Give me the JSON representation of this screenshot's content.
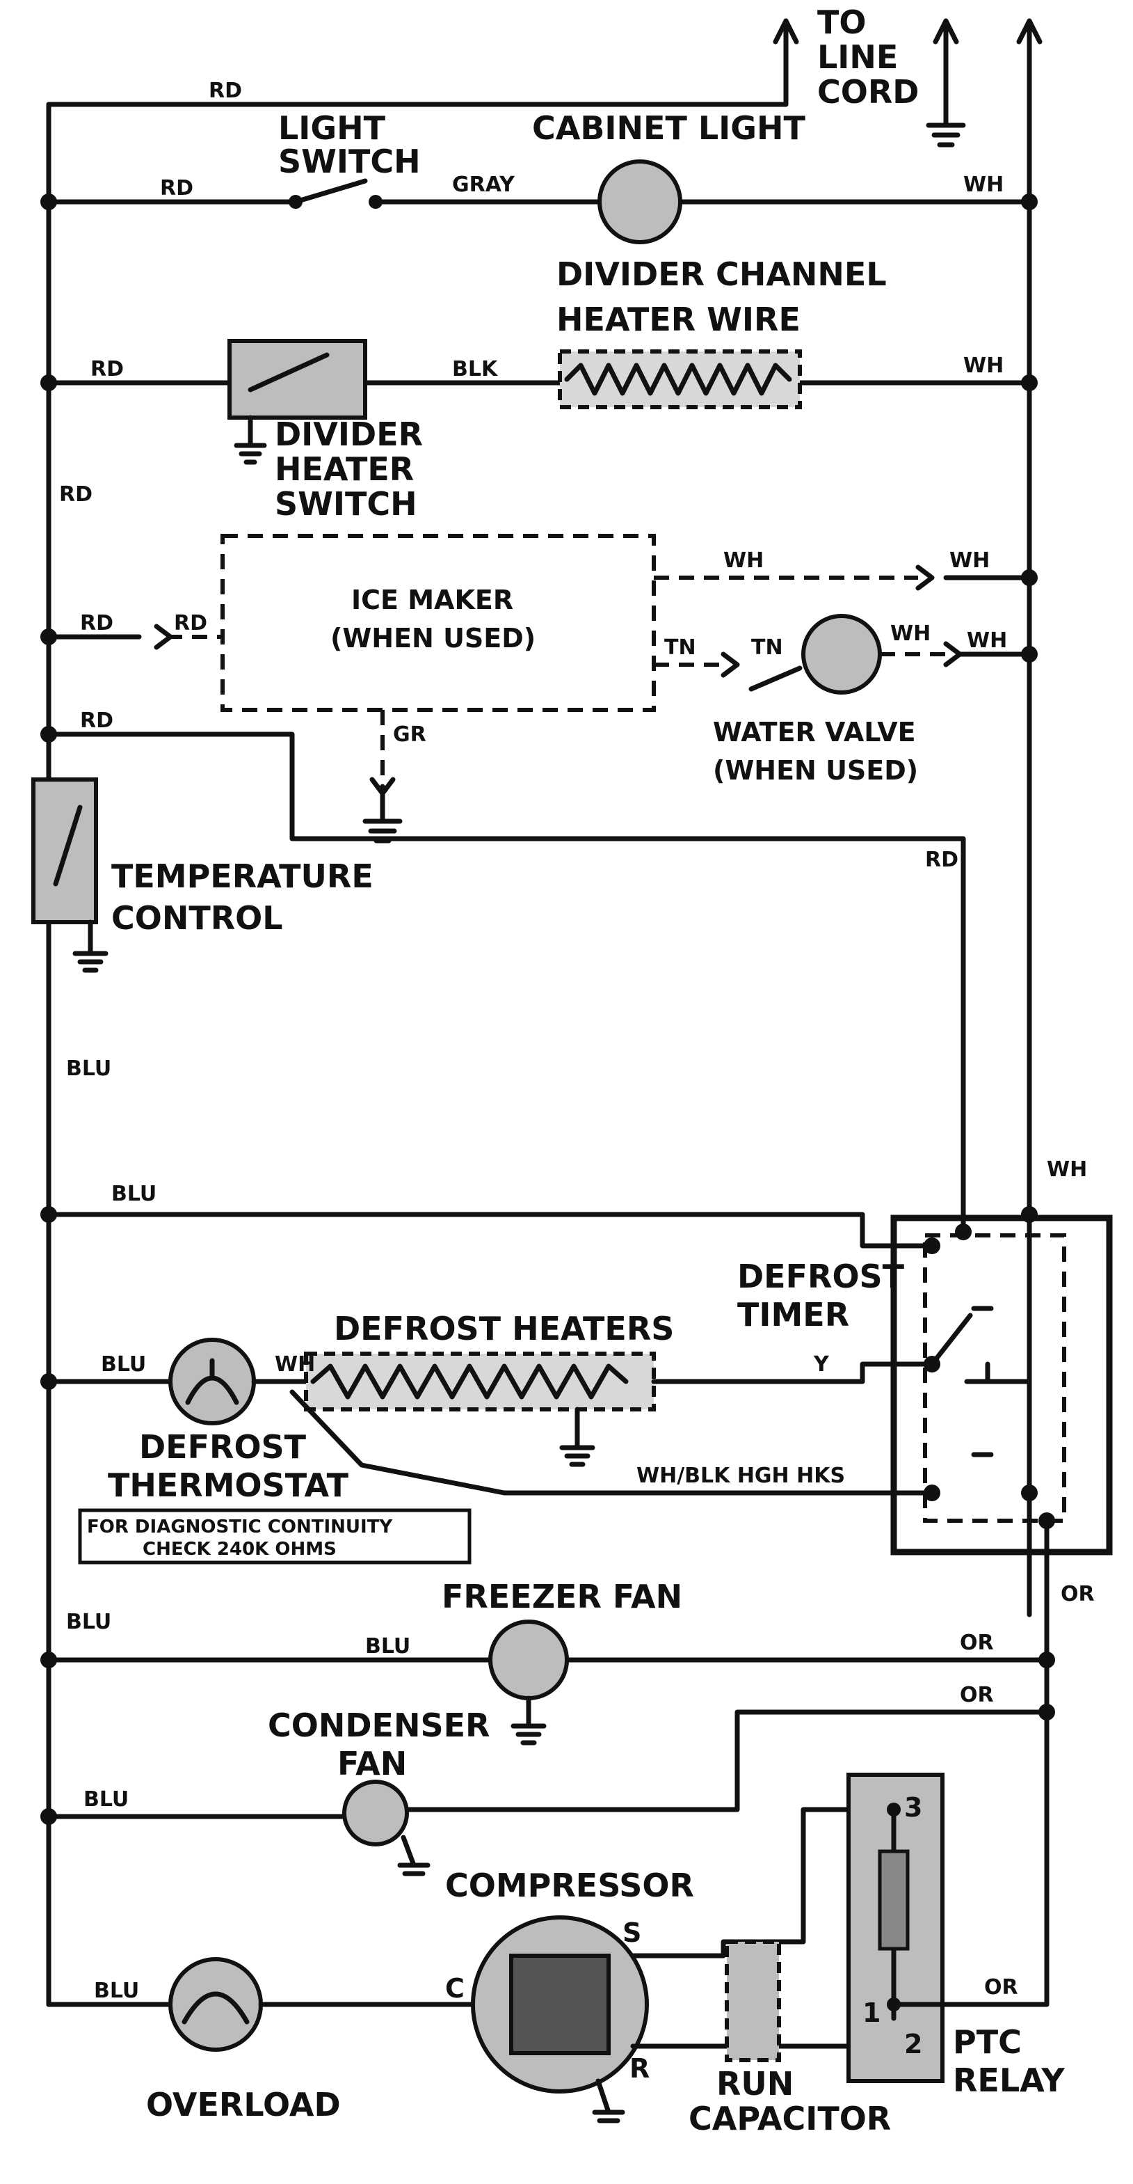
{
  "labels": {
    "to_line_cord": [
      "TO",
      "LINE",
      "CORD"
    ],
    "light_switch": [
      "LIGHT",
      "SWITCH"
    ],
    "cabinet_light": "CABINET LIGHT",
    "divider_channel": [
      "DIVIDER CHANNEL",
      "HEATER WIRE"
    ],
    "divider_switch": [
      "DIVIDER",
      "HEATER",
      "SWITCH"
    ],
    "ice_maker": [
      "ICE MAKER",
      "(WHEN USED)"
    ],
    "water_valve": [
      "WATER VALVE",
      "(WHEN USED)"
    ],
    "temperature_control": [
      "TEMPERATURE",
      "CONTROL"
    ],
    "defrost_timer": [
      "DEFROST",
      "TIMER"
    ],
    "defrost_heaters": "DEFROST HEATERS",
    "defrost_thermostat": [
      "DEFROST",
      "THERMOSTAT"
    ],
    "diagnostic_note": [
      "FOR DIAGNOSTIC CONTINUITY",
      "CHECK 240K OHMS"
    ],
    "freezer_fan": "FREEZER FAN",
    "condenser_fan": [
      "CONDENSER",
      "FAN"
    ],
    "compressor": "COMPRESSOR",
    "overload": "OVERLOAD",
    "run_capacitor": [
      "RUN",
      "CAPACITOR"
    ],
    "ptc_relay": [
      "PTC",
      "RELAY"
    ]
  },
  "wire_labels": {
    "rd": "RD",
    "gray": "GRAY",
    "wh": "WH",
    "blk": "BLK",
    "tn": "TN",
    "gr": "GR",
    "blu": "BLU",
    "y": "Y",
    "wh_blk": "WH/BLK HGH HKS",
    "or": "OR"
  },
  "terminals": {
    "c": "C",
    "s": "S",
    "r": "R",
    "relay_1": "1",
    "relay_2": "2",
    "relay_3": "3"
  }
}
